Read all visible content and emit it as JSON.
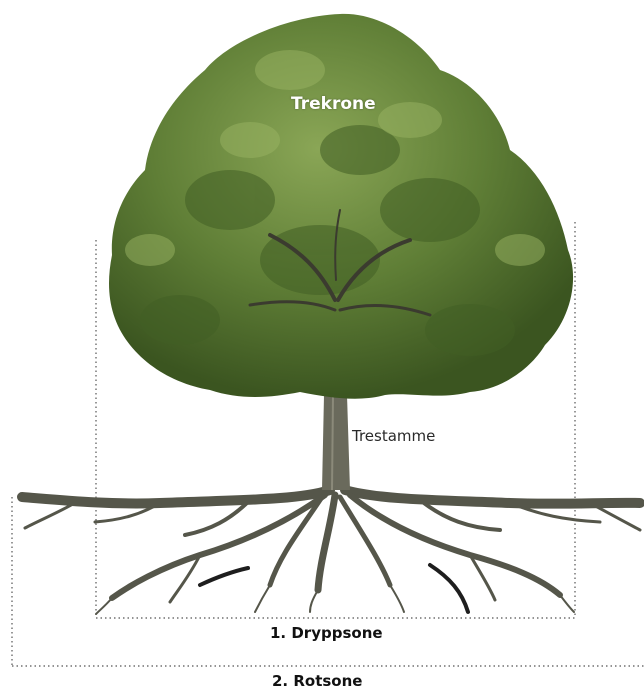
{
  "labels": {
    "crown": "Trekrone",
    "trunk": "Trestamme",
    "drip_zone": "1. Dryppsone",
    "root_zone": "2. Rotsone"
  },
  "colors": {
    "foliage_dark": "#3f5a22",
    "foliage_mid": "#5d7c34",
    "foliage_light": "#86a352",
    "trunk": "#6a6a5c",
    "roots": "#55564a",
    "zone_line": "#555555"
  },
  "icons": [
    "tree-illustration",
    "root-system"
  ]
}
